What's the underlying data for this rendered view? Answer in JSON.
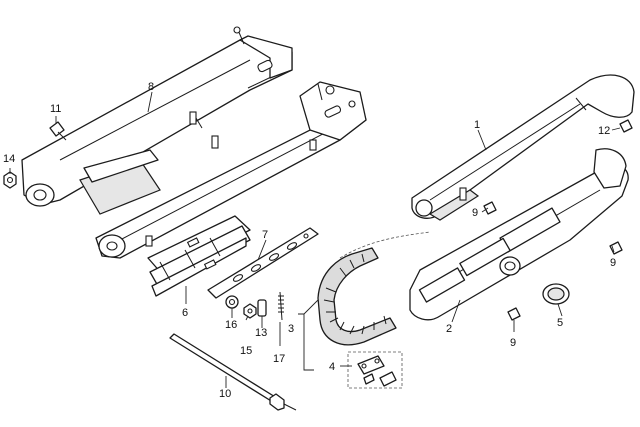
{
  "diagram": {
    "callouts": [
      {
        "id": "c1",
        "label": "1"
      },
      {
        "id": "c2",
        "label": "2"
      },
      {
        "id": "c3",
        "label": "3"
      },
      {
        "id": "c4",
        "label": "4"
      },
      {
        "id": "c5",
        "label": "5"
      },
      {
        "id": "c6",
        "label": "6"
      },
      {
        "id": "c7",
        "label": "7"
      },
      {
        "id": "c8",
        "label": "8"
      },
      {
        "id": "c9a",
        "label": "9"
      },
      {
        "id": "c9b",
        "label": "9"
      },
      {
        "id": "c9c",
        "label": "9"
      },
      {
        "id": "c10",
        "label": "10"
      },
      {
        "id": "c11",
        "label": "11"
      },
      {
        "id": "c12",
        "label": "12"
      },
      {
        "id": "c13",
        "label": "13"
      },
      {
        "id": "c14",
        "label": "14"
      },
      {
        "id": "c15",
        "label": "15"
      },
      {
        "id": "c16",
        "label": "16"
      },
      {
        "id": "c17",
        "label": "17"
      }
    ]
  }
}
